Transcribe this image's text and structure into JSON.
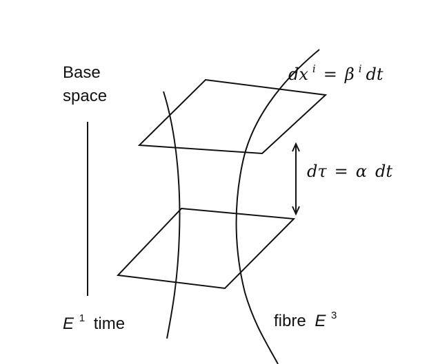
{
  "labels": {
    "base_space_line1": "Base",
    "base_space_line2": "space",
    "time_symbol": "E",
    "time_superscript": "1",
    "time_word": "time",
    "fibre_word": "fibre",
    "fibre_symbol": "E",
    "fibre_superscript": "3"
  },
  "equations": {
    "shift": {
      "lhs": "dx",
      "lhs_index": "i",
      "equals": "=",
      "beta": "β",
      "beta_index": "i",
      "rhs": "dt"
    },
    "lapse": {
      "lhs": "dτ",
      "equals": "=",
      "alpha": "α",
      "rhs": "dt"
    }
  },
  "colors": {
    "ink": "#111111",
    "background": "#ffffff"
  }
}
